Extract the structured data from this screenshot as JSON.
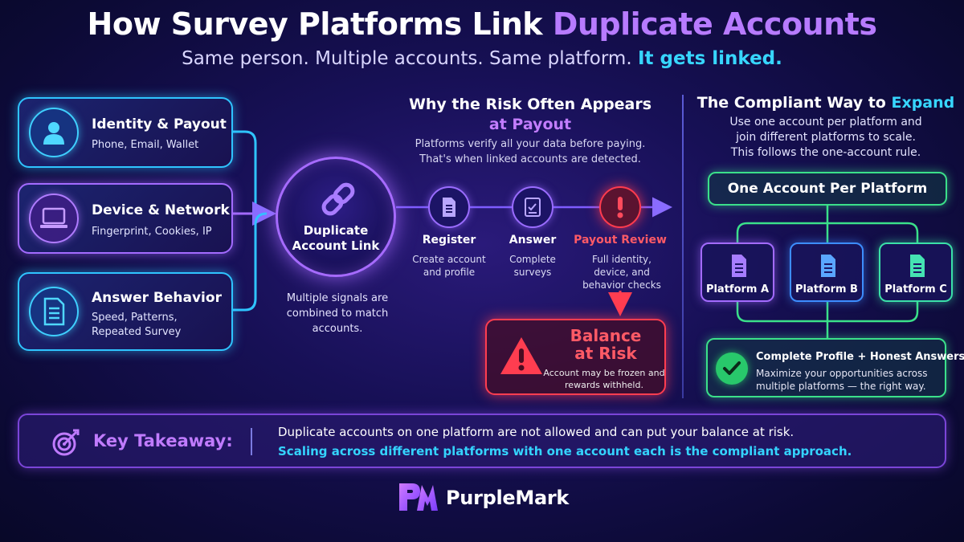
{
  "header": {
    "title_part1": "How Survey Platforms Link",
    "title_part2": "Duplicate Accounts",
    "subtitle_part1": "Same person. Multiple accounts. Same platform.",
    "subtitle_part2": "It gets linked."
  },
  "signals": [
    {
      "title": "Identity & Payout",
      "desc": "Phone, Email, Wallet",
      "icon": "user-icon"
    },
    {
      "title": "Device & Network",
      "desc": "Fingerprint, Cookies, IP",
      "icon": "laptop-icon"
    },
    {
      "title": "Answer Behavior",
      "desc_line1": "Speed, Patterns,",
      "desc_line2": "Repeated Survey",
      "icon": "document-icon"
    }
  ],
  "hub": {
    "label_line1": "Duplicate",
    "label_line2": "Account Link",
    "note": "Multiple signals are combined to match accounts.",
    "icon": "link-icon"
  },
  "risk_section": {
    "heading_line1": "Why the Risk Often Appears",
    "heading_line2": "at Payout",
    "desc_line1": "Platforms verify all your data before paying.",
    "desc_line2": "That's when linked accounts are detected.",
    "steps": [
      {
        "label": "Register",
        "desc": "Create account and profile",
        "icon": "document-icon"
      },
      {
        "label": "Answer",
        "desc": "Complete surveys",
        "icon": "checklist-icon"
      },
      {
        "label": "Payout Review",
        "desc": "Full identity, device, and behavior checks",
        "icon": "exclamation-icon"
      }
    ],
    "balance_title_line1": "Balance",
    "balance_title_line2": "at Risk",
    "balance_desc": "Account may be frozen and rewards withheld.",
    "balance_icon": "warning-triangle-icon"
  },
  "compliant": {
    "heading_part1": "The Compliant Way to",
    "heading_part2": "Expand",
    "desc_line1": "Use one account per platform and",
    "desc_line2": "join different platforms to scale.",
    "desc_line3": "This follows the one-account rule.",
    "one_account": "One Account Per Platform",
    "platforms": [
      "Platform A",
      "Platform B",
      "Platform C"
    ],
    "outcome_title": "Complete Profile + Honest Answers",
    "outcome_desc_line1": "Maximize your opportunities across",
    "outcome_desc_line2": "multiple platforms — the right way.",
    "outcome_icon": "checkmark-icon"
  },
  "takeaway": {
    "label": "Key Takeaway:",
    "line1": "Duplicate accounts on one platform are not allowed and can put your balance at risk.",
    "line2": "Scaling across different platforms with one account each is the compliant approach.",
    "icon": "target-icon"
  },
  "brand": {
    "name": "PurpleMark",
    "logo": "pm-logo-icon"
  },
  "colors": {
    "accent_purple": "#b77bff",
    "accent_cyan": "#37d6ff",
    "danger_red": "#ff3d50",
    "success_green": "#3be08a",
    "background": "#171056"
  }
}
